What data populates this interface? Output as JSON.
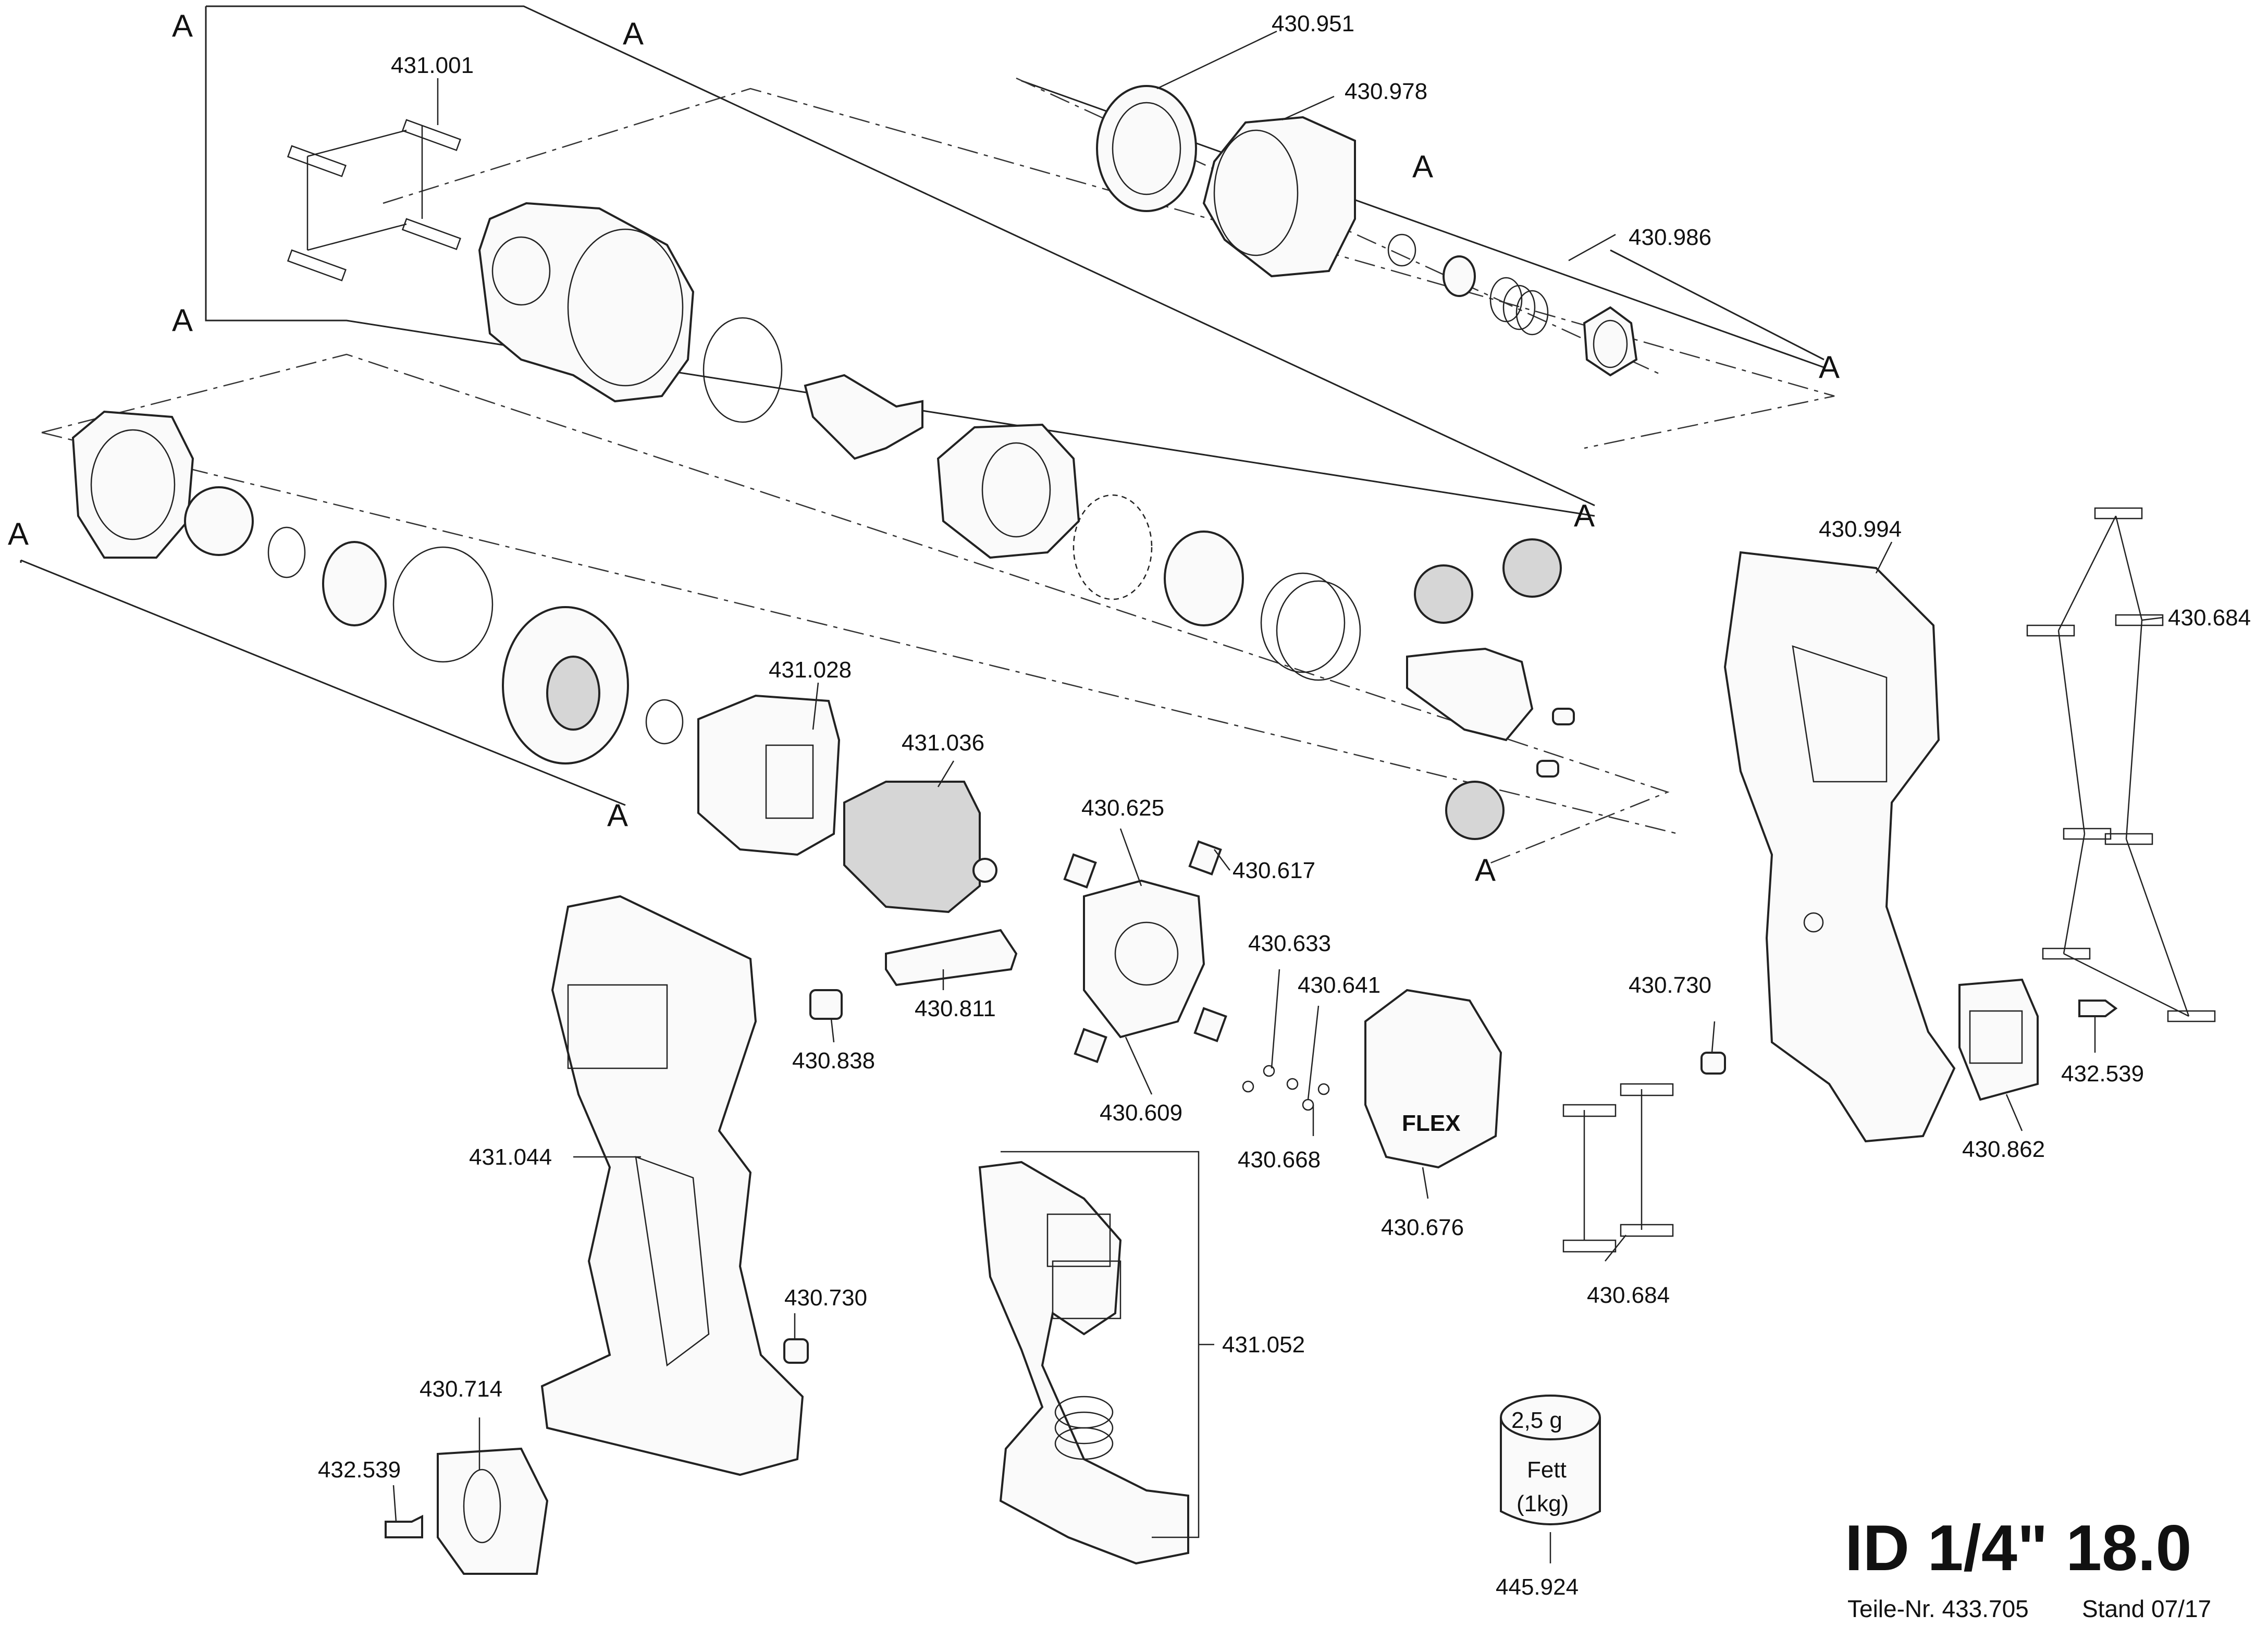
{
  "title": "ID 1/4\" 18.0",
  "part_number": "Teile-Nr. 433.705",
  "stand": "Stand 07/17",
  "brand_logo": "FLEX",
  "grease": {
    "amount": "2,5 g",
    "name": "Fett",
    "size": "(1kg)",
    "number": "445.924"
  },
  "section_marker": "A",
  "parts": [
    "430.951",
    "430.978",
    "430.986",
    "431.001",
    "430.994",
    "430.684",
    "431.028",
    "431.036",
    "430.625",
    "430.617",
    "430.633",
    "430.641",
    "430.811",
    "430.838",
    "430.609",
    "430.668",
    "430.676",
    "430.730",
    "432.539",
    "430.862",
    "431.044",
    "431.052",
    "430.714"
  ],
  "labels": {
    "p430951": "430.951",
    "p430978": "430.978",
    "p430986": "430.986",
    "p431001": "431.001",
    "p430994": "430.994",
    "p430684a": "430.684",
    "p431028": "431.028",
    "p431036": "431.036",
    "p430625": "430.625",
    "p430617": "430.617",
    "p430633": "430.633",
    "p430641": "430.641",
    "p430811": "430.811",
    "p430838": "430.838",
    "p430609": "430.609",
    "p430668": "430.668",
    "p430676": "430.676",
    "p430730a": "430.730",
    "p430730b": "430.730",
    "p432539a": "432.539",
    "p432539b": "432.539",
    "p430862": "430.862",
    "p430684b": "430.684",
    "p431044": "431.044",
    "p431052": "431.052",
    "p430714": "430.714",
    "p445924": "445.924"
  }
}
